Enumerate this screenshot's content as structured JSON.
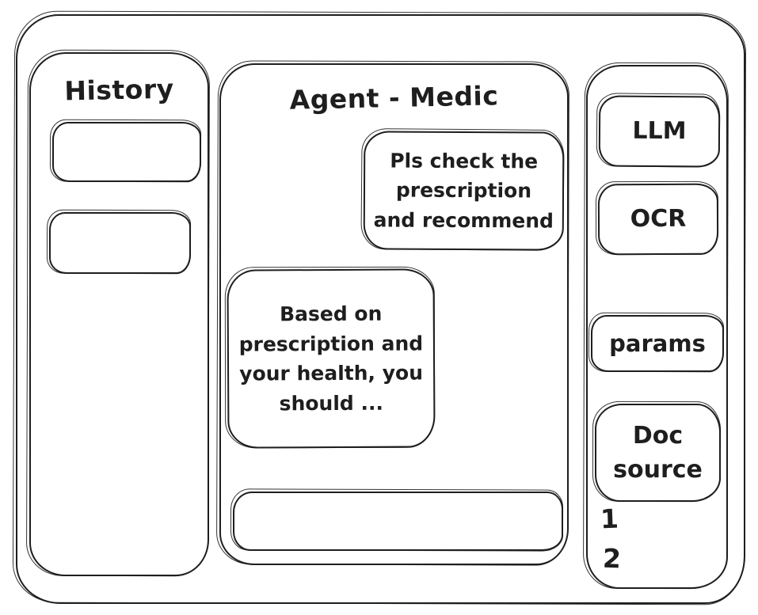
{
  "colors": {
    "ink": "#1e1e1e",
    "background": "#ffffff"
  },
  "sidebar_left": {
    "title": "History",
    "items": [
      {
        "label": ""
      },
      {
        "label": ""
      }
    ]
  },
  "chat": {
    "title": "Agent - Medic",
    "messages": [
      {
        "role": "user",
        "text": "Pls check the prescription and recommend"
      },
      {
        "role": "assistant",
        "text": "Based on prescription and your health, you should ..."
      }
    ],
    "input_value": ""
  },
  "sidebar_right": {
    "buttons": [
      {
        "id": "llm",
        "label": "LLM"
      },
      {
        "id": "ocr",
        "label": "OCR"
      },
      {
        "id": "params",
        "label": "params"
      },
      {
        "id": "doc-source",
        "label": "Doc source"
      }
    ],
    "doc_list_numbers": [
      "1",
      "2"
    ]
  }
}
